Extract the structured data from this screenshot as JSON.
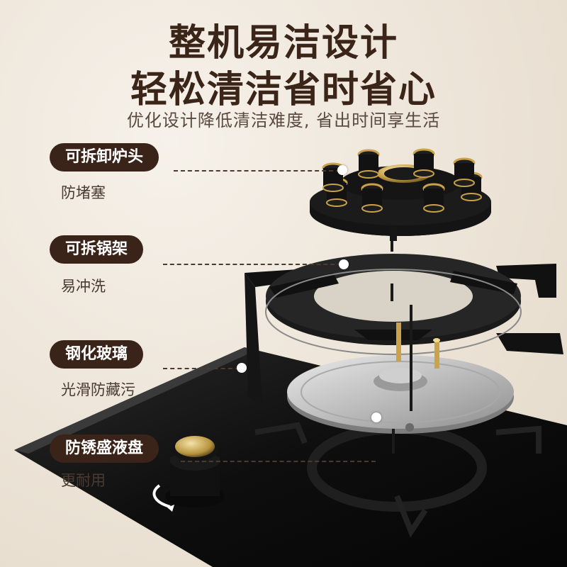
{
  "headline": {
    "line1": "整机易洁设计",
    "line2": "轻松清洁省时省心",
    "subtitle": "优化设计降低清洁难度, 省出时间享生活"
  },
  "features": [
    {
      "label": "可拆卸炉头",
      "desc": "防堵塞"
    },
    {
      "label": "可拆锅架",
      "desc": "易冲洗"
    },
    {
      "label": "钢化玻璃",
      "desc": "光滑防藏污"
    },
    {
      "label": "防锈盛液盘",
      "desc": "更耐用"
    }
  ],
  "colors": {
    "pill_bg": "#3a2318",
    "headline_text": "#3b2418",
    "glass": "#0d0d0d",
    "brass": "#c9a24a"
  }
}
